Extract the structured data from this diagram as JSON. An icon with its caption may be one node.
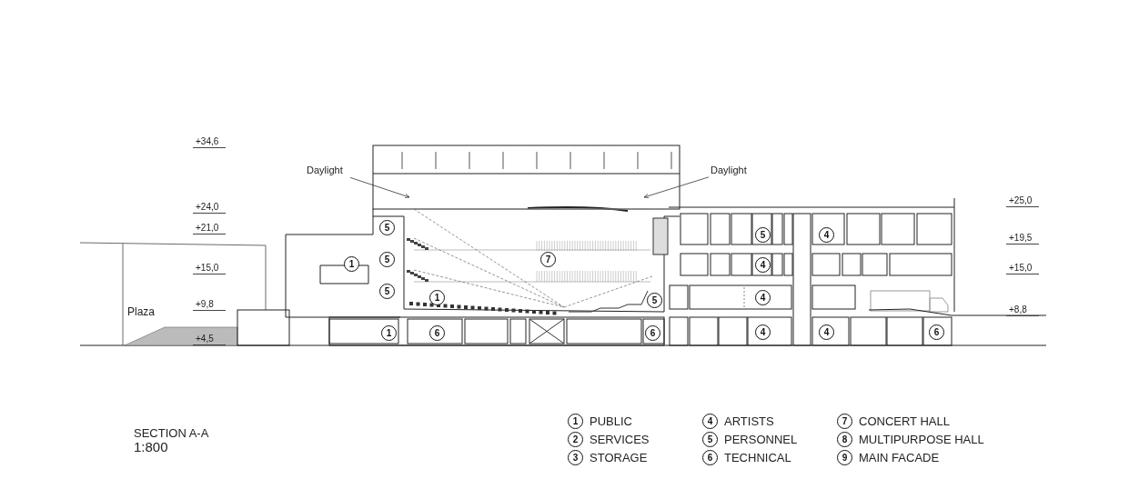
{
  "diagram": {
    "title": "SECTION A-A",
    "nodes": [
      {
        "text": [
          "Daylight"
        ]
      },
      {
        "text": [
          "Daylight"
        ]
      }
    ],
    "edges": [
      {
        "from": 0,
        "to": null,
        "arrow": "to"
      },
      {
        "from": 1,
        "to": null,
        "arrow": "to"
      }
    ],
    "labels": [
      "+34,6",
      "+25,0",
      "+24,0",
      "+21,0",
      "5",
      "5",
      "4",
      "+19,5",
      "+15,0",
      "1",
      "5",
      "7",
      "4",
      "+15,0",
      "5",
      "1",
      "5",
      "4",
      "+9,8",
      "Plaza",
      "+8,8",
      "1",
      "6",
      "6",
      "4",
      "4",
      "6",
      "+4,5",
      "1:800",
      "1",
      "PUBLIC",
      "4",
      "ARTISTS",
      "7",
      "CONCERT HALL",
      "2",
      "SERVICES",
      "5",
      "PERSONNEL",
      "8",
      "MULTIPURPOSE HALL",
      "3",
      "STORAGE",
      "6",
      "TECHNICAL",
      "9",
      "MAIN FACADE"
    ]
  }
}
